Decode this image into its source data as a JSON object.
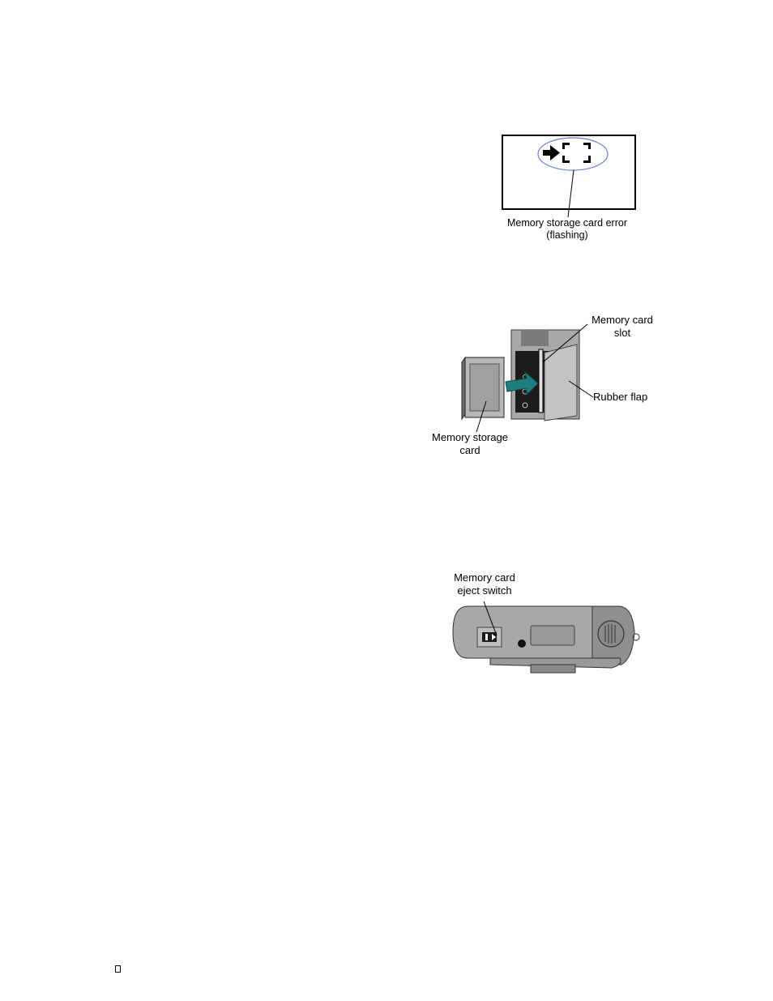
{
  "figure_lcd": {
    "label_line1": "Memory storage card error",
    "label_line2": "(flashing)"
  },
  "figure_slot": {
    "label_slot_line1": "Memory card",
    "label_slot_line2": "slot",
    "label_flap": "Rubber flap",
    "label_card_line1": "Memory storage",
    "label_card_line2": "card"
  },
  "figure_eject": {
    "label_line1": "Memory card",
    "label_line2": "eject switch"
  },
  "colors": {
    "callout_ellipse": "#6a7fd0",
    "arrow_teal": "#1f7f7f",
    "device_gray": "#a8a8a8",
    "device_dark": "#222222"
  }
}
